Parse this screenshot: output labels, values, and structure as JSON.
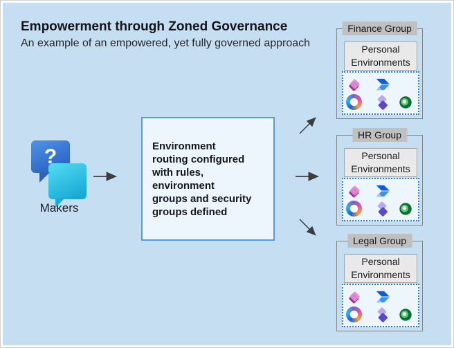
{
  "header": {
    "title": "Empowerment through Zoned Governance",
    "subtitle": "An example of an empowered, yet fully governed approach"
  },
  "makers": {
    "label": "Makers",
    "question_mark": "?"
  },
  "center_box": {
    "text": "Environment\nrouting configured\nwith rules,\nenvironment\ngroups and security\ngroups defined"
  },
  "groups": [
    {
      "label": "Finance Group",
      "env_label": "Personal Environments"
    },
    {
      "label": "HR Group",
      "env_label": "Personal Environments"
    },
    {
      "label": "Legal Group",
      "env_label": "Personal Environments"
    }
  ],
  "icons": [
    "power-apps",
    "power-automate",
    "copilot",
    "power-pages",
    "dynamics-365"
  ],
  "colors": {
    "background": "#c6def2",
    "center_box_border": "#5b9bd5",
    "center_box_bg": "#eef6fd",
    "group_label_bg": "#c0c0c0",
    "dotted_border": "#2e7bd6",
    "arrow": "#3c3c3c"
  }
}
